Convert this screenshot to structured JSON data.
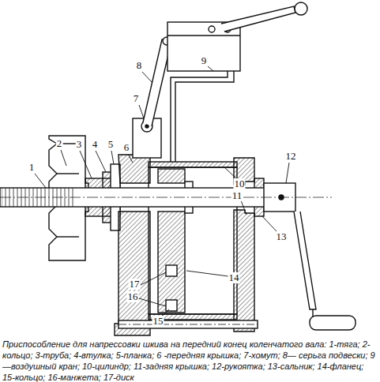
{
  "diagram": {
    "caption": "Приспособление для напрессовки шкива на передний конец коленчатого вала: 1-тяга; 2-кольцо; 3-труба; 4-втулка; 5-планка; 6 -передняя крышка; 7-хомут; 8— серьга подвески; 9—воздушный кран; 10-цилиндр; 11-задняя крышка; 12-рукоятка; 13-сальник; 14-фланец; 15-кольцо; 16-манжета; 17-диск",
    "labels": [
      "1",
      "2",
      "3",
      "4",
      "5",
      "6",
      "7",
      "8",
      "9",
      "10",
      "11",
      "12",
      "13",
      "14",
      "15",
      "16",
      "17"
    ]
  }
}
